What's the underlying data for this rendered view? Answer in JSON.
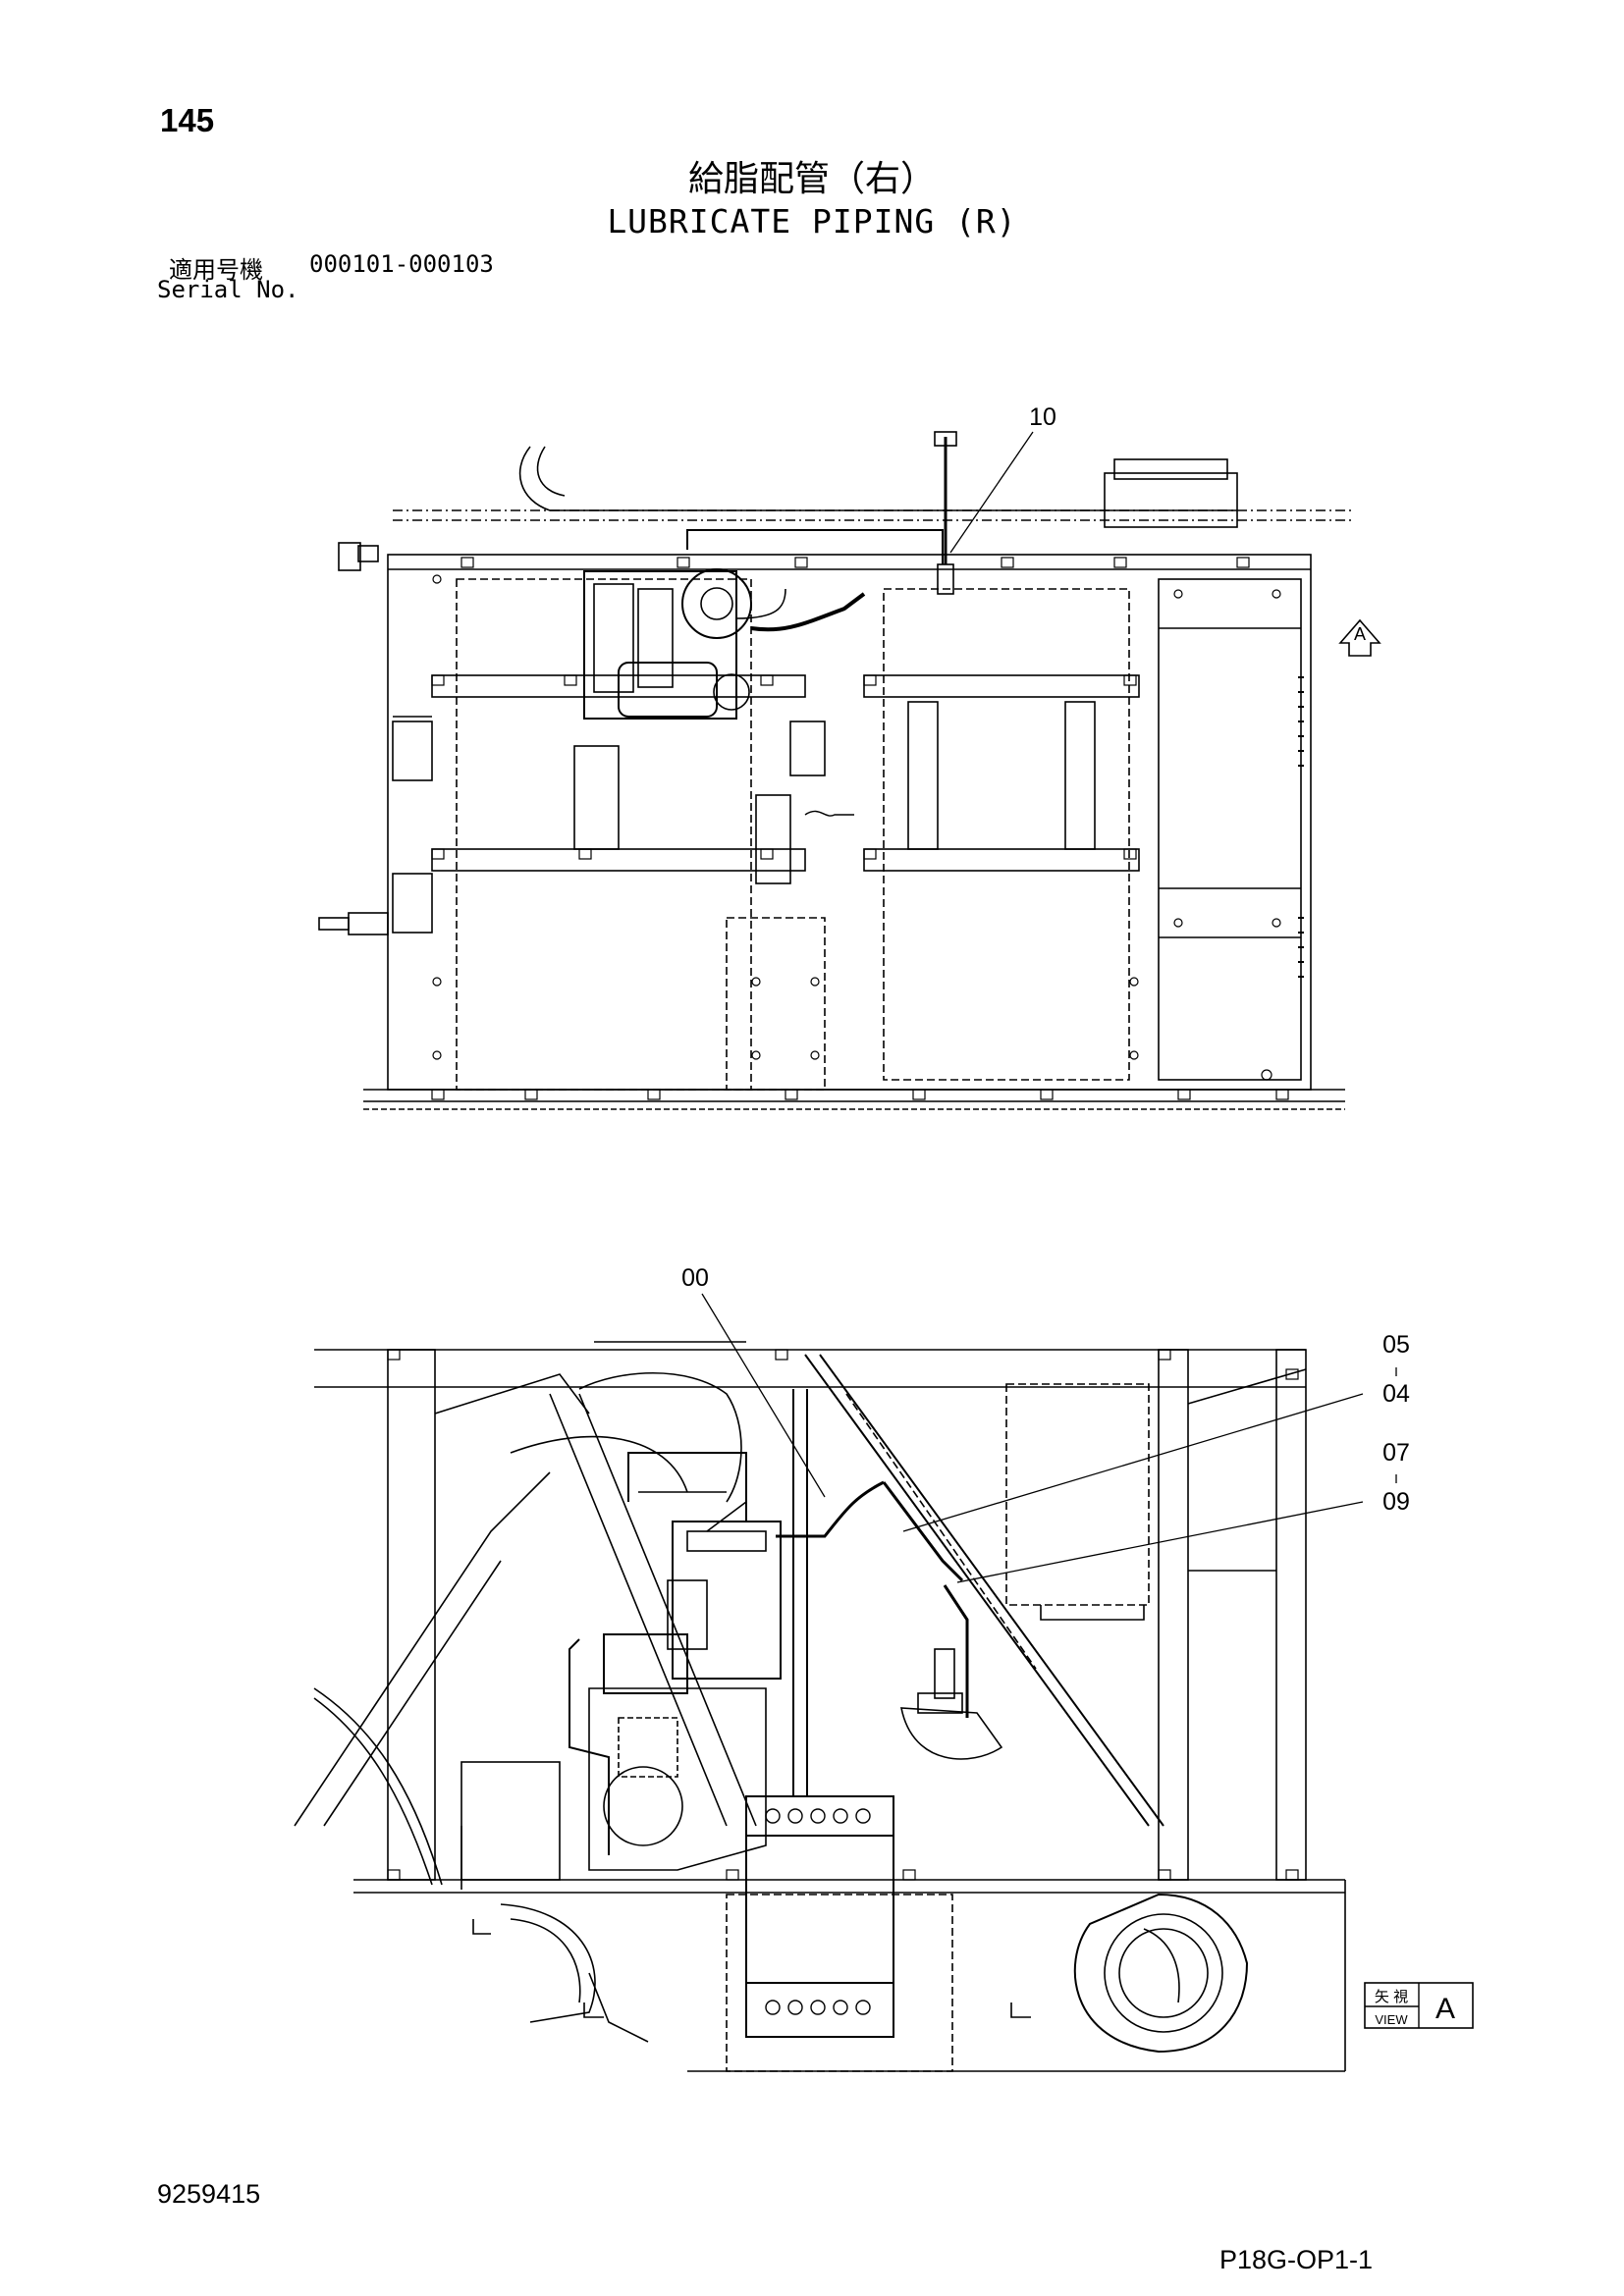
{
  "header": {
    "page_number": "145",
    "title_jp": "給脂配管（右）",
    "title_en": "LUBRICATE PIPING (R)",
    "serial_label_jp": "適用号機",
    "serial_range": "000101-000103",
    "serial_label_en": "Serial No."
  },
  "callouts": {
    "top": [
      "10"
    ],
    "bottom": [
      "00",
      "05",
      "04",
      "07",
      "09"
    ]
  },
  "view_marker": {
    "arrow_letter": "A",
    "box_jp": "矢 視",
    "box_en": "VIEW",
    "box_letter": "A"
  },
  "footer": {
    "doc_number": "9259415",
    "sheet_code": "P18G-OP1-1"
  }
}
